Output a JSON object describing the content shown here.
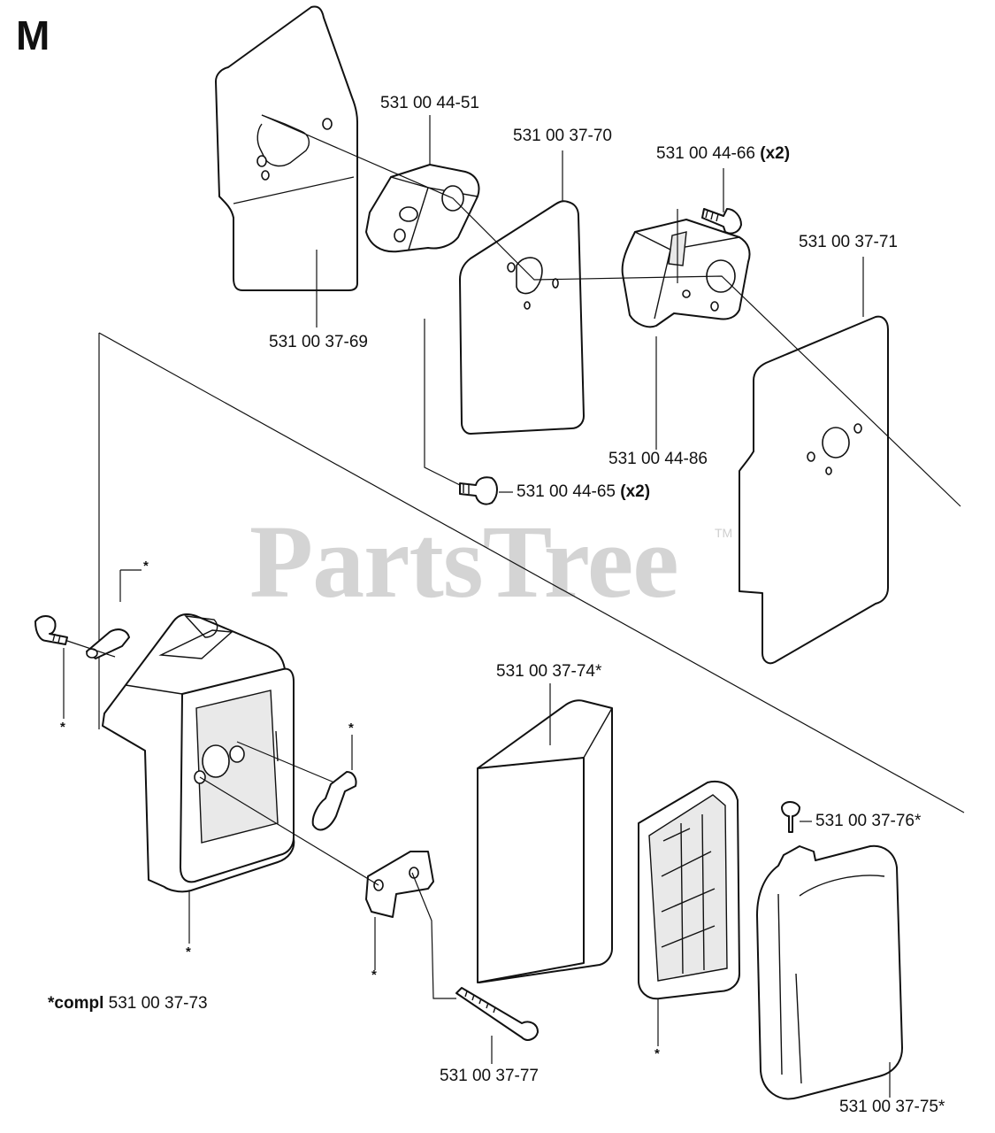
{
  "section_letter": "M",
  "watermark": {
    "text": "PartsTree",
    "trademark": "TM"
  },
  "parts": {
    "p4451": "531 00 44-51",
    "p3770": "531 00 37-70",
    "p4466": "531 00 44-66",
    "p4466_qty": "(x2)",
    "p3771": "531 00 37-71",
    "p3769": "531 00 37-69",
    "p4486": "531 00 44-86",
    "p4465": "531 00 44-65",
    "p4465_qty": "(x2)",
    "p3774": "531 00 37-74*",
    "p3776": "531 00 37-76*",
    "p3777": "531 00 37-77",
    "p3775": "531 00 37-75*"
  },
  "kit_note": {
    "prefix": "*compl",
    "number": "531 00 37-73"
  },
  "asterisk": "*"
}
